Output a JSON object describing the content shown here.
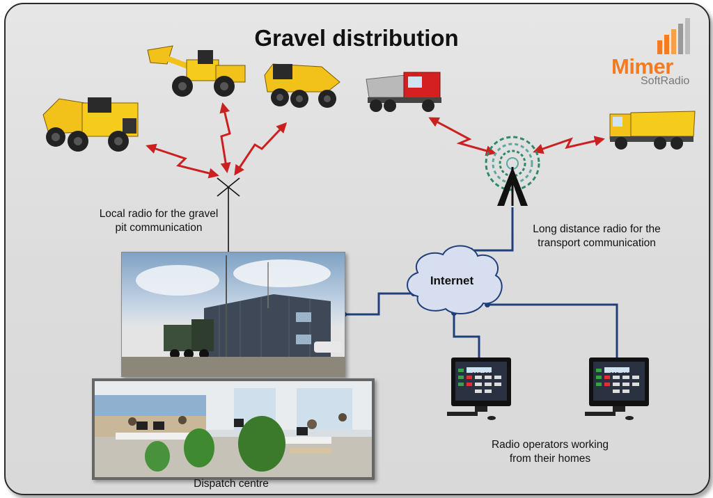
{
  "diagram": {
    "title": "Gravel distribution",
    "logo": {
      "word": "Mimer",
      "sub": "SoftRadio"
    },
    "labels": {
      "local_radio": [
        "Local radio for the gravel",
        "pit communication"
      ],
      "long_radio": [
        "Long distance radio for the",
        "transport communication"
      ],
      "internet": "Internet",
      "operators": [
        "Radio operators working",
        "from their homes"
      ],
      "dispatch": "Dispatch centre"
    },
    "colors": {
      "radio_link": "#cc1f1f",
      "network_line": "#1f3f7a",
      "logo_orange": "#f47b20",
      "cloud_fill": "#d6def0"
    },
    "screen_readout": "118.000"
  }
}
